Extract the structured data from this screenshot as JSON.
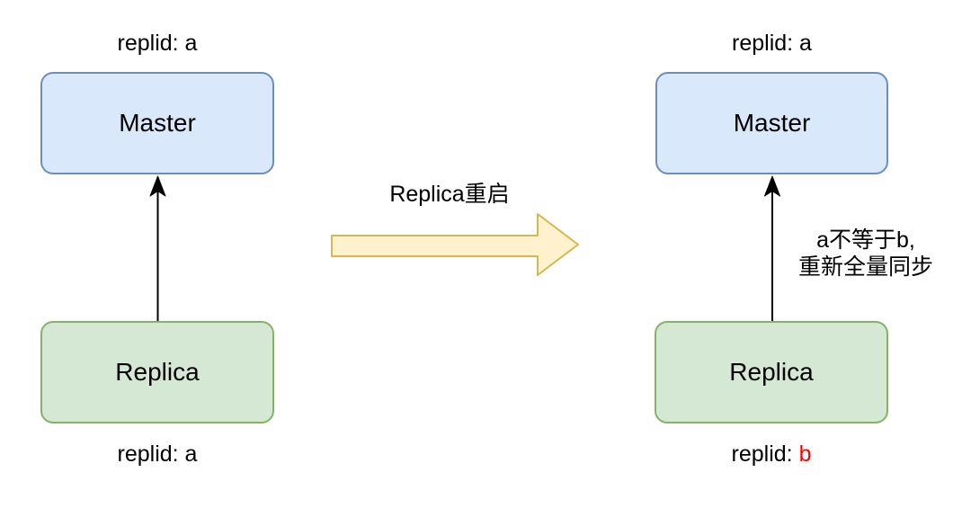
{
  "colors": {
    "master_box_fill": "#dae8fc",
    "master_box_border": "#6c8ebf",
    "replica_box_fill": "#d5e8d4",
    "replica_box_border": "#82b366",
    "transition_arrow_fill": "#fff2cc",
    "transition_arrow_border": "#d6b656",
    "connector_color": "#000000",
    "changed_replid_color": "#ff0000",
    "text_color": "#000000"
  },
  "left_diagram": {
    "master_replid_label": "replid: a",
    "master_box_label": "Master",
    "replica_box_label": "Replica",
    "replica_replid_label": "replid: a"
  },
  "transition": {
    "label": "Replica重启"
  },
  "right_diagram": {
    "master_replid_label": "replid: a",
    "master_box_label": "Master",
    "replica_box_label": "Replica",
    "sync_note_line1": "a不等于b,",
    "sync_note_line2": "重新全量同步",
    "replica_replid_prefix": "replid: ",
    "replica_replid_value": "b"
  }
}
